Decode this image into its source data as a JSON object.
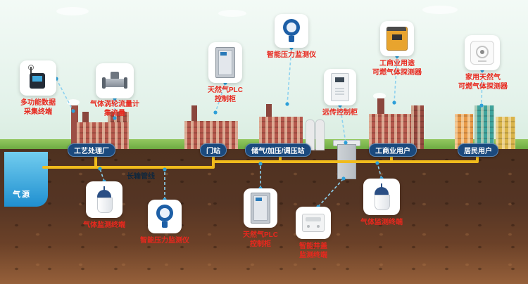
{
  "labels": {
    "gas_source": "气源",
    "pipeline": "长输管线"
  },
  "stations": [
    {
      "label": "工艺处理厂"
    },
    {
      "label": "门站"
    },
    {
      "label": "储气/加压/调压站"
    },
    {
      "label": "工商业用户"
    },
    {
      "label": "居民用户"
    }
  ],
  "callouts": [
    {
      "device": "multifunction-data-terminal",
      "lines": [
        "多功能数据",
        "采集终端"
      ]
    },
    {
      "device": "gas-turbine-flowmeter",
      "lines": [
        "气体涡轮流量计",
        "集流量"
      ]
    },
    {
      "device": "natural-gas-plc-cabinet",
      "lines": [
        "天然气PLC",
        "控制柜"
      ]
    },
    {
      "device": "smart-pressure-monitor",
      "lines": [
        "智能压力监测仪"
      ]
    },
    {
      "device": "remote-control-cabinet",
      "lines": [
        "远传控制柜"
      ]
    },
    {
      "device": "industrial-gas-detector",
      "lines": [
        "工商业用途",
        "可燃气体探测器"
      ]
    },
    {
      "device": "household-gas-detector",
      "lines": [
        "家用天然气",
        "可燃气体探测器"
      ]
    },
    {
      "device": "gas-monitoring-terminal",
      "lines": [
        "气体监测终端"
      ]
    },
    {
      "device": "smart-pressure-monitor-2",
      "lines": [
        "智能压力监测仪"
      ]
    },
    {
      "device": "natural-gas-plc-cabinet-2",
      "lines": [
        "天然气PLC",
        "控制柜"
      ]
    },
    {
      "device": "smart-manhole-terminal",
      "lines": [
        "智能井盖",
        "监测终端"
      ]
    },
    {
      "device": "gas-monitoring-terminal-2",
      "lines": [
        "气体监测终端"
      ]
    }
  ],
  "colors": {
    "pipeline_yellow": "#f0bb1c",
    "label_red": "#e8281e",
    "station_badge_navy": "#1b4a7e",
    "connector_blue": "#8ed2ef",
    "water_blue": "#1f8fd0"
  }
}
